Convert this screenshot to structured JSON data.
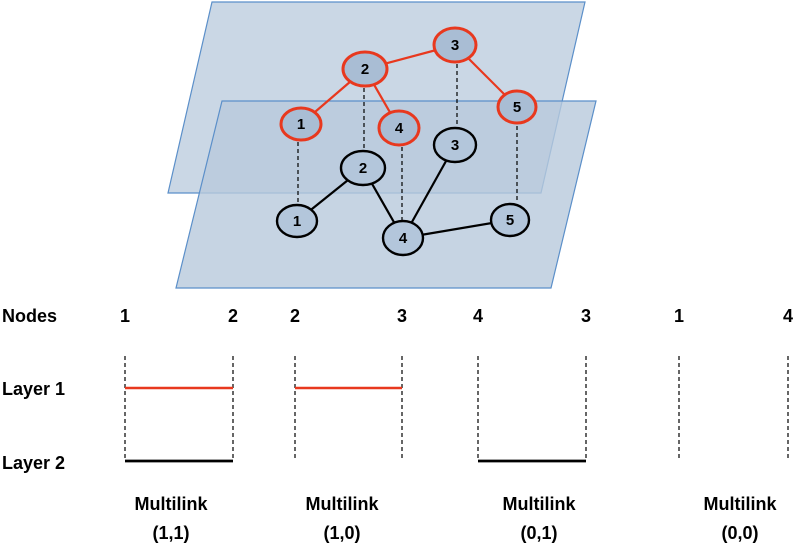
{
  "colors": {
    "plane_fill": "#b8c9dc",
    "plane_stroke": "#5b8fc9",
    "layer1": "#e8381e",
    "layer2": "#000000"
  },
  "layer1_network": {
    "nodes": [
      "1",
      "2",
      "3",
      "4",
      "5"
    ],
    "edges": [
      [
        "1",
        "2"
      ],
      [
        "2",
        "3"
      ],
      [
        "2",
        "4"
      ],
      [
        "3",
        "5"
      ]
    ]
  },
  "layer2_network": {
    "nodes": [
      "1",
      "2",
      "3",
      "4",
      "5"
    ],
    "edges": [
      [
        "1",
        "2"
      ],
      [
        "2",
        "4"
      ],
      [
        "3",
        "4"
      ],
      [
        "4",
        "5"
      ]
    ]
  },
  "table": {
    "nodes_label": "Nodes",
    "layer1_label": "Layer 1",
    "layer2_label": "Layer 2",
    "multilinks": [
      {
        "pair": [
          "1",
          "2"
        ],
        "layer1": true,
        "layer2": true,
        "caption": "Multilink",
        "code": "(1,1)"
      },
      {
        "pair": [
          "2",
          "3"
        ],
        "layer1": true,
        "layer2": false,
        "caption": "Multilink",
        "code": "(1,0)"
      },
      {
        "pair": [
          "4",
          "3"
        ],
        "layer1": false,
        "layer2": true,
        "caption": "Multilink",
        "code": "(0,1)"
      },
      {
        "pair": [
          "1",
          "4"
        ],
        "layer1": false,
        "layer2": false,
        "caption": "Multilink",
        "code": "(0,0)"
      }
    ]
  }
}
